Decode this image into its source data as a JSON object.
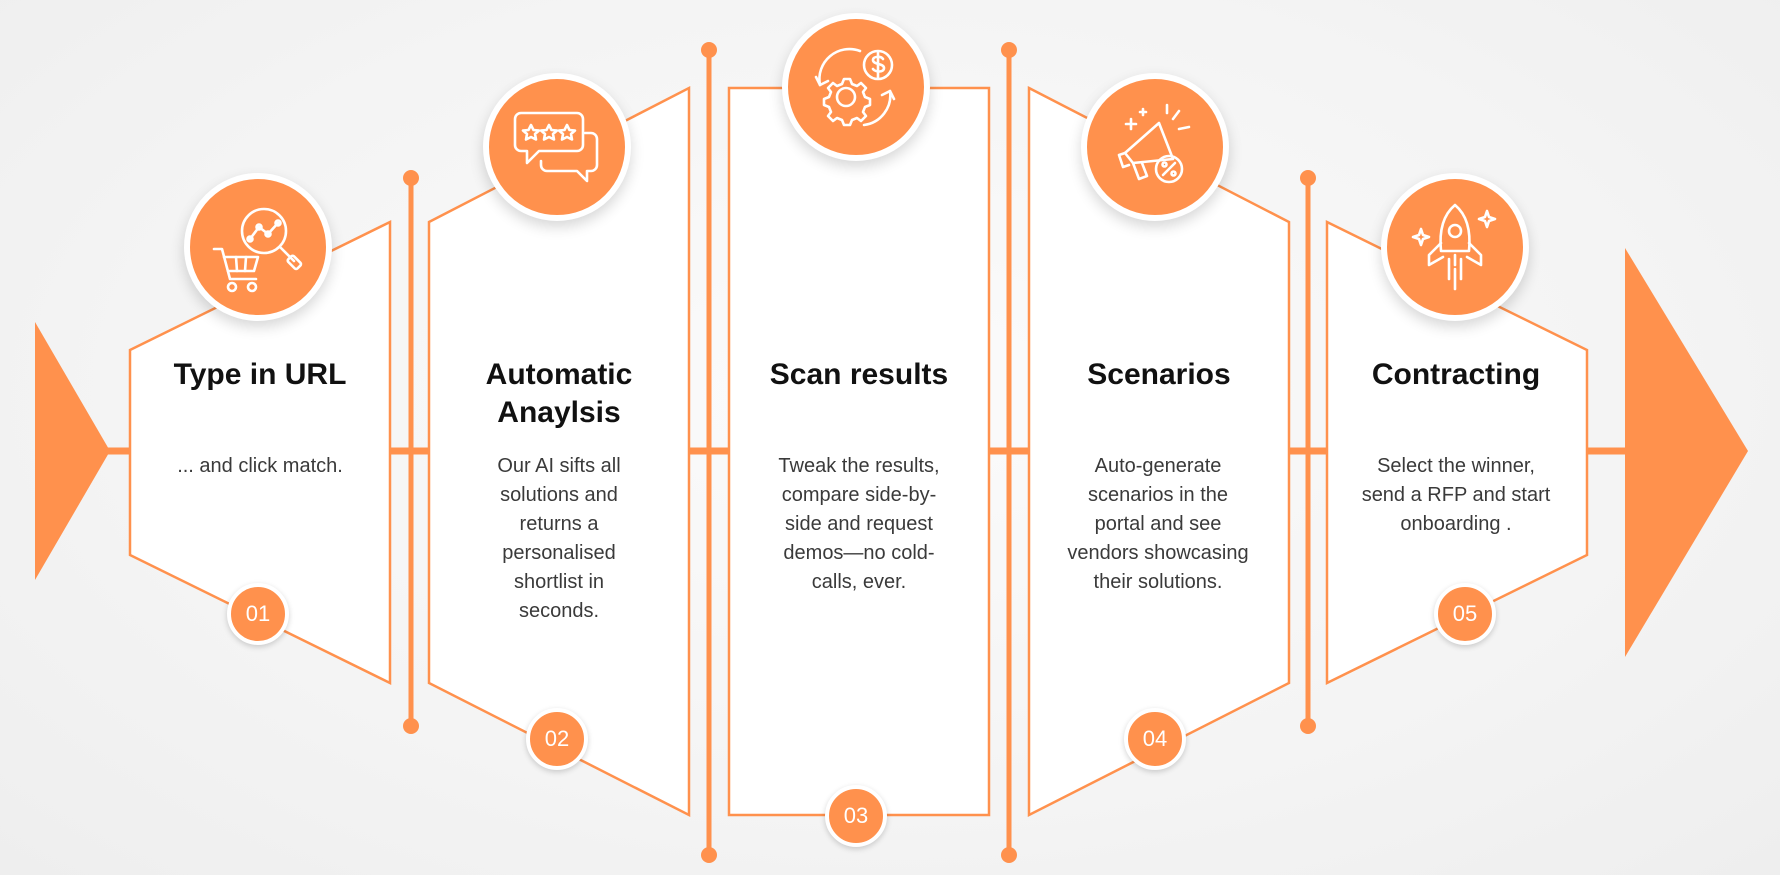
{
  "accent_color": "#ff914d",
  "steps": [
    {
      "number": "01",
      "title": "Type in URL",
      "description": "... and click match.",
      "icon": "shopping-cart-analytics-icon"
    },
    {
      "number": "02",
      "title": "Automatic Anaylsis",
      "description": "Our AI sifts all solutions and returns a personalised shortlist in seconds.",
      "icon": "rating-chat-icon"
    },
    {
      "number": "03",
      "title": "Scan results",
      "description": "Tweak the results, compare side-by-side and request demos—no cold-calls, ever.",
      "icon": "gear-dollar-cycle-icon"
    },
    {
      "number": "04",
      "title": "Scenarios",
      "description": "Auto-generate scenarios in the portal and see vendors showcasing their solutions.",
      "icon": "megaphone-discount-icon"
    },
    {
      "number": "05",
      "title": "Contracting",
      "description": "Select the winner, send a RFP and start onboarding .",
      "icon": "rocket-launch-icon"
    }
  ]
}
